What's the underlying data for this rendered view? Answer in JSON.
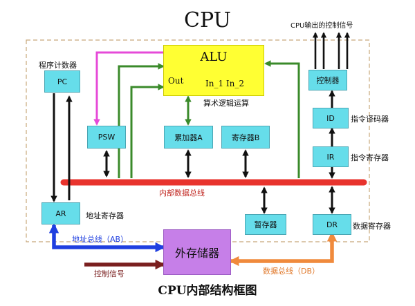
{
  "title": "CPU",
  "caption": "CPU内部结构框图",
  "alu": {
    "title": "ALU",
    "out": "Out",
    "inputs": "In_1 In_2",
    "desc": "算术逻辑运算"
  },
  "registers": {
    "pc": "PC",
    "pc_desc": "程序计数器",
    "psw": "PSW",
    "acc": "累加器A",
    "regb": "寄存器B",
    "controller": "控制器",
    "id": "ID",
    "id_desc": "指令译码器",
    "ir": "IR",
    "ir_desc": "指令寄存器",
    "ar": "AR",
    "ar_desc": "地址寄存器",
    "temp": "暂存器",
    "dr": "DR",
    "dr_desc": "数据寄存器"
  },
  "labels": {
    "cpu_control_out": "CPU输出的控制信号",
    "internal_bus": "内部数据总线",
    "address_bus": "地址总线（AB）",
    "control_signal": "控制信号",
    "data_bus": "数据总线（DB）"
  },
  "memory": "外存储器",
  "colors": {
    "register_fill": "#66ddea",
    "alu_fill": "#ffff33",
    "memory_fill": "#c67fe8",
    "internal_bus": "#e8332d",
    "green_path": "#3a8a2a",
    "magenta_path": "#e64ad8",
    "address_bus": "#1f3fe0",
    "data_bus": "#f08a3c",
    "control_bus": "#7a1f1f",
    "cpu_border": "#c8a87a"
  }
}
